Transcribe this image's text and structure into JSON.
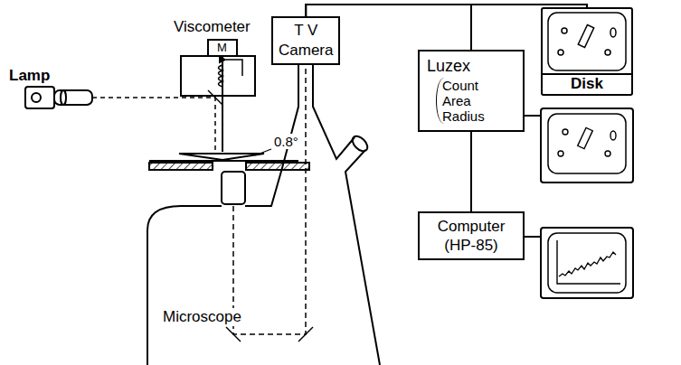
{
  "diagram": {
    "nodes": [
      {
        "text": [
          "T V",
          "Camera"
        ]
      },
      {
        "text": [
          "Luzex",
          "Count",
          "Area",
          "Radius"
        ]
      },
      {
        "text": [
          "Disk"
        ]
      },
      {
        "text": [
          "Computer (HP-85)"
        ]
      }
    ],
    "edges": [
      {
        "from": 0,
        "to": 1,
        "arrow": "none"
      },
      {
        "from": 0,
        "to": 2,
        "arrow": "none"
      },
      {
        "from": 1,
        "to": 3,
        "arrow": "none"
      }
    ],
    "labels": [
      "Viscometer",
      "M",
      "Lamp",
      "0.8°",
      "Microscope"
    ]
  }
}
